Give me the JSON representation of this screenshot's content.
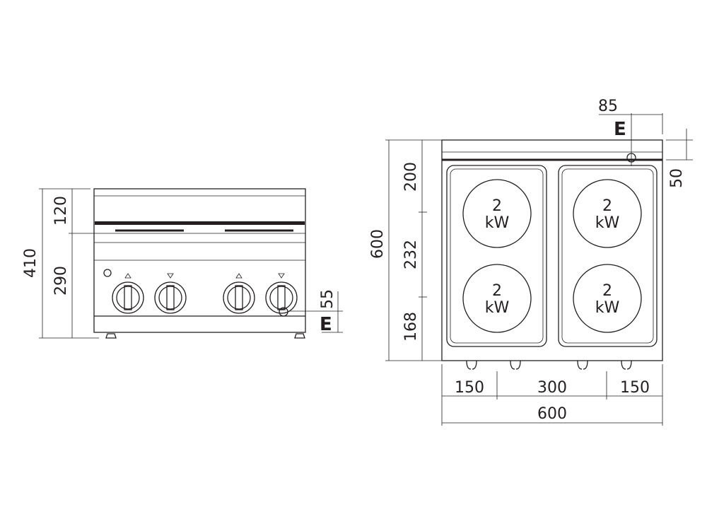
{
  "front_view": {
    "dims": {
      "total_height": "410",
      "top_height": "120",
      "bottom_height": "290",
      "connection_height": "55",
      "connection_label": "E"
    }
  },
  "top_view": {
    "dims": {
      "depth": "600",
      "zone_front": "200",
      "zone_middle": "232",
      "zone_rear": "168",
      "width_left": "150",
      "width_middle": "300",
      "width_right": "150",
      "total_width": "600",
      "connection_offset_x": "85",
      "connection_offset_y": "50",
      "connection_label": "E"
    },
    "hotplates": [
      {
        "power": "2",
        "unit": "kW"
      },
      {
        "power": "2",
        "unit": "kW"
      },
      {
        "power": "2",
        "unit": "kW"
      },
      {
        "power": "2",
        "unit": "kW"
      }
    ]
  },
  "colors": {
    "line": "#231f20"
  }
}
